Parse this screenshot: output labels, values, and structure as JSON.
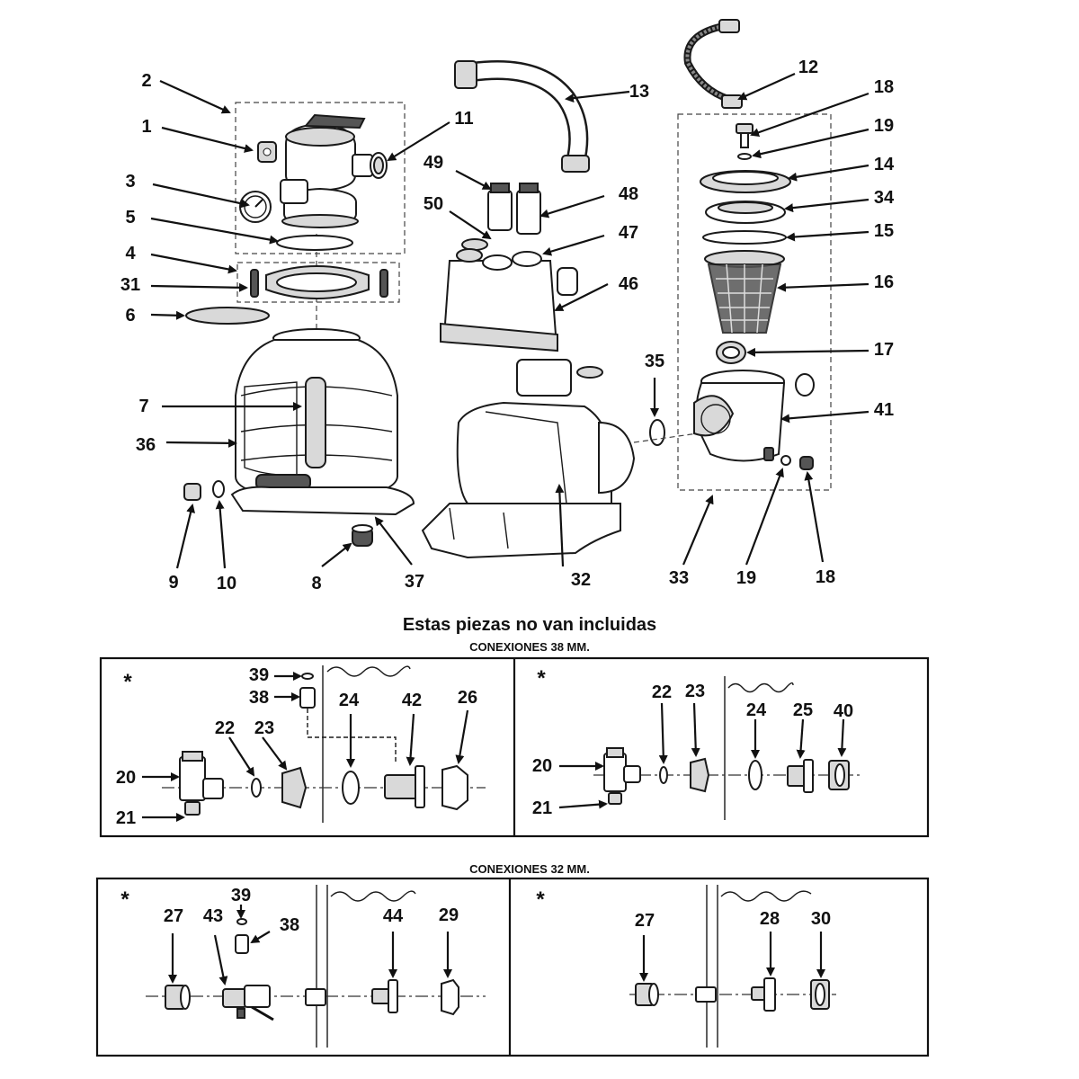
{
  "labels": {
    "l1": "1",
    "l2": "2",
    "l3": "3",
    "l4": "4",
    "l5": "5",
    "l6": "6",
    "l7": "7",
    "l8": "8",
    "l9": "9",
    "l10": "10",
    "l11": "11",
    "l12": "12",
    "l13": "13",
    "l14": "14",
    "l15": "15",
    "l16": "16",
    "l17": "17",
    "l18a": "18",
    "l18b": "18",
    "l19a": "19",
    "l19b": "19",
    "l31": "31",
    "l32": "32",
    "l33": "33",
    "l34": "34",
    "l35": "35",
    "l36": "36",
    "l37": "37",
    "l41": "41",
    "l46": "46",
    "l47": "47",
    "l48": "48",
    "l49": "49",
    "l50": "50"
  },
  "sections": {
    "not_included": "Estas piezas no van incluidas",
    "conn38": "CONEXIONES 38 MM.",
    "conn32": "CONEXIONES 32 MM.",
    "star": "*"
  },
  "box_a": {
    "l39": "39",
    "l38": "38",
    "l24": "24",
    "l42": "42",
    "l26": "26",
    "l22": "22",
    "l23": "23",
    "l20": "20",
    "l21": "21"
  },
  "box_b": {
    "l22": "22",
    "l23": "23",
    "l24": "24",
    "l25": "25",
    "l40": "40",
    "l20": "20",
    "l21": "21"
  },
  "box_c": {
    "l39": "39",
    "l27": "27",
    "l43": "43",
    "l38": "38",
    "l44": "44",
    "l29": "29"
  },
  "box_d": {
    "l27": "27",
    "l28": "28",
    "l30": "30"
  }
}
